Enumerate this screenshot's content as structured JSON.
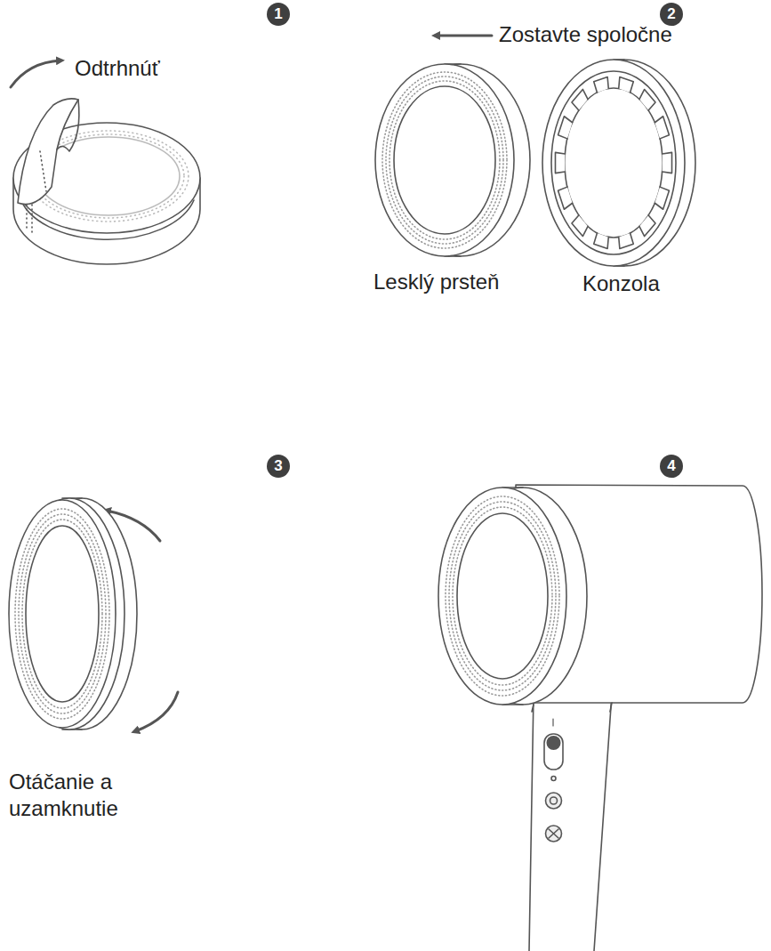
{
  "diagram": {
    "labels": [
      "1",
      "Odtrhnúť",
      "2",
      "Zostavte spoločne",
      "Lesklý prsteň",
      "Konzola",
      "3",
      "Otáčanie a uzamknutie",
      "4"
    ]
  }
}
